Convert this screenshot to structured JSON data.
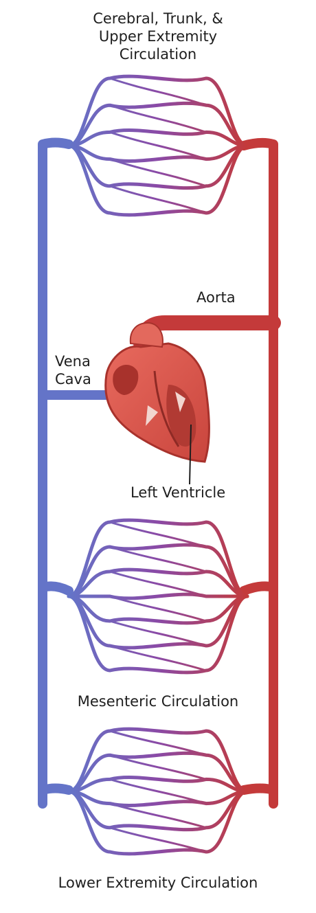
{
  "labels": {
    "upper": [
      "Cerebral, Trunk, &",
      "Upper Extremity",
      "Circulation"
    ],
    "aorta": "Aorta",
    "vena_cava": [
      "Vena",
      "Cava"
    ],
    "left_ventricle": "Left Ventricle",
    "mesenteric": "Mesenteric Circulation",
    "lower": "Lower Extremity Circulation"
  },
  "colors": {
    "venous": "#6474c8",
    "arterial": "#c43a3a",
    "heart": "#d9584e",
    "heart_dark": "#a8322c",
    "text": "#1e1e1e"
  }
}
